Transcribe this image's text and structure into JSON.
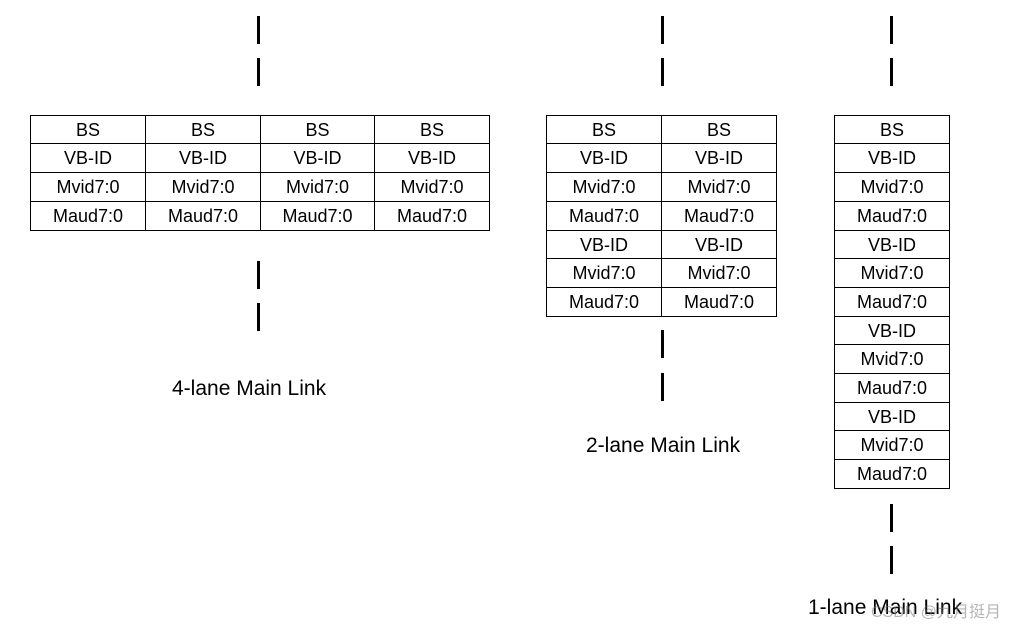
{
  "diagrams": [
    {
      "caption": "4-lane Main Link",
      "rows": [
        [
          "BS",
          "BS",
          "BS",
          "BS"
        ],
        [
          "VB-ID",
          "VB-ID",
          "VB-ID",
          "VB-ID"
        ],
        [
          "Mvid7:0",
          "Mvid7:0",
          "Mvid7:0",
          "Mvid7:0"
        ],
        [
          "Maud7:0",
          "Maud7:0",
          "Maud7:0",
          "Maud7:0"
        ]
      ]
    },
    {
      "caption": "2-lane Main Link",
      "rows": [
        [
          "BS",
          "BS"
        ],
        [
          "VB-ID",
          "VB-ID"
        ],
        [
          "Mvid7:0",
          "Mvid7:0"
        ],
        [
          "Maud7:0",
          "Maud7:0"
        ],
        [
          "VB-ID",
          "VB-ID"
        ],
        [
          "Mvid7:0",
          "Mvid7:0"
        ],
        [
          "Maud7:0",
          "Maud7:0"
        ]
      ]
    },
    {
      "caption": "1-lane Main Link",
      "rows": [
        [
          "BS"
        ],
        [
          "VB-ID"
        ],
        [
          "Mvid7:0"
        ],
        [
          "Maud7:0"
        ],
        [
          "VB-ID"
        ],
        [
          "Mvid7:0"
        ],
        [
          "Maud7:0"
        ],
        [
          "VB-ID"
        ],
        [
          "Mvid7:0"
        ],
        [
          "Maud7:0"
        ],
        [
          "VB-ID"
        ],
        [
          "Mvid7:0"
        ],
        [
          "Maud7:0"
        ]
      ]
    }
  ],
  "watermark": "CSDN @九月挺月"
}
